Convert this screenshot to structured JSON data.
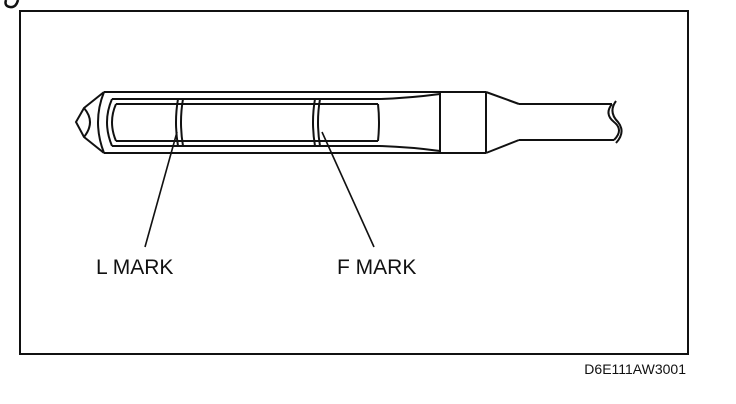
{
  "diagram": {
    "labels": {
      "l_mark": "L MARK",
      "f_mark": "F MARK"
    },
    "reference_code": "D6E111AW3001"
  }
}
